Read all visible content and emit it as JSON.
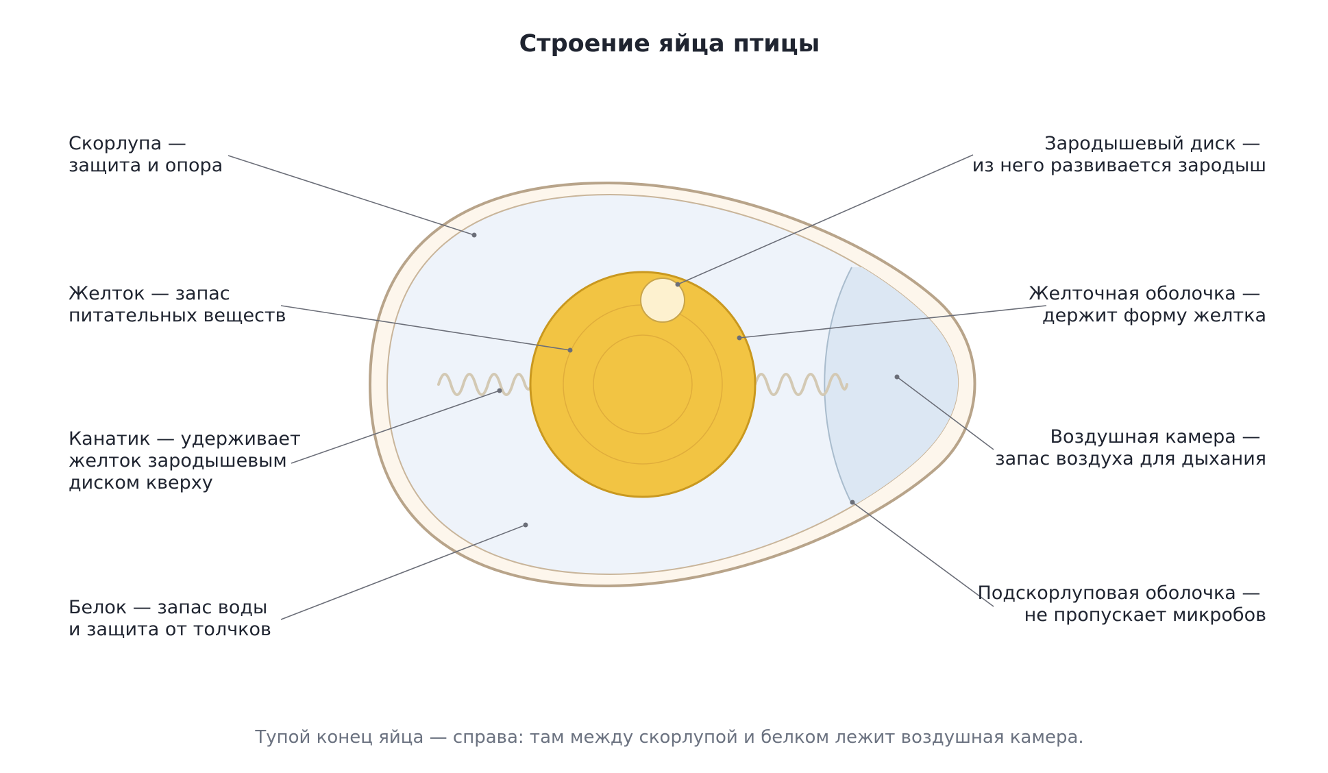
{
  "title": "Строение яйца птицы",
  "labels": {
    "shell": [
      "Скорлупа —",
      "защита и опора"
    ],
    "yolk": [
      "Желток — запас",
      "питательных веществ"
    ],
    "chalaza": [
      "Канатик — удерживает",
      "желток зародышевым",
      "диском кверху"
    ],
    "albumen": [
      "Белок — запас воды",
      "и защита от толчков"
    ],
    "germinal_disc": [
      "Зародышевый диск —",
      "из него развивается зародыш"
    ],
    "vitelline_membrane": [
      "Желточная оболочка —",
      "держит форму желтка"
    ],
    "air_cell": [
      "Воздушная камера —",
      "запас воздуха для дыхания"
    ],
    "shell_membrane": [
      "Подскорлуповая оболочка —",
      "не пропускает микробов"
    ]
  },
  "caption": "Тупой конец яйца — справа: там между скорлупой и белком лежит воздушная камера.",
  "colors": {
    "shell_fill": "#fdf6ec",
    "shell_stroke": "#b8a48a",
    "albumen_fill": "#eef3fa",
    "air_cell_fill": "#dce7f3",
    "yolk_fill": "#f2c443",
    "yolk_stroke": "#c9981f",
    "germinal_disc_fill": "#fdf1cf",
    "chalaza_stroke": "#d3c9b4"
  }
}
